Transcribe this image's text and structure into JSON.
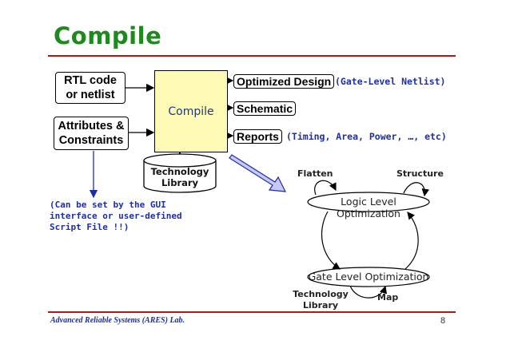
{
  "slide": {
    "title": "Compile",
    "footer": "Advanced Reliable Systems (ARES) Lab.",
    "page_number": "8"
  },
  "inputs": {
    "rtl": "RTL code\nor netlist",
    "attributes": "Attributes &\nConstraints"
  },
  "compile_box": {
    "label": "Compile"
  },
  "library": {
    "label": "Technology\nLibrary"
  },
  "outputs": {
    "optimized_design": "Optimized Design",
    "optimized_note": "(Gate-Level Netlist)",
    "schematic": "Schematic",
    "reports": "Reports",
    "reports_note": "(Timing, Area, Power, …, etc)"
  },
  "gui_note": "(Can be set by the GUI\ninterface or user-defined\nScript File !!)",
  "optimization": {
    "flatten": "Flatten",
    "structure": "Structure",
    "logic_level": "Logic Level Optimization",
    "gate_level": "Gate Level Optimization",
    "tech_library": "Technology\nLibrary",
    "map": "Map"
  },
  "colors": {
    "title": "#1e8a1e",
    "rule": "#b01818",
    "note_text": "#1d2ea8",
    "compile_fill": "#fdfbb6",
    "big_arrow_fill": "#c8c8f4"
  }
}
